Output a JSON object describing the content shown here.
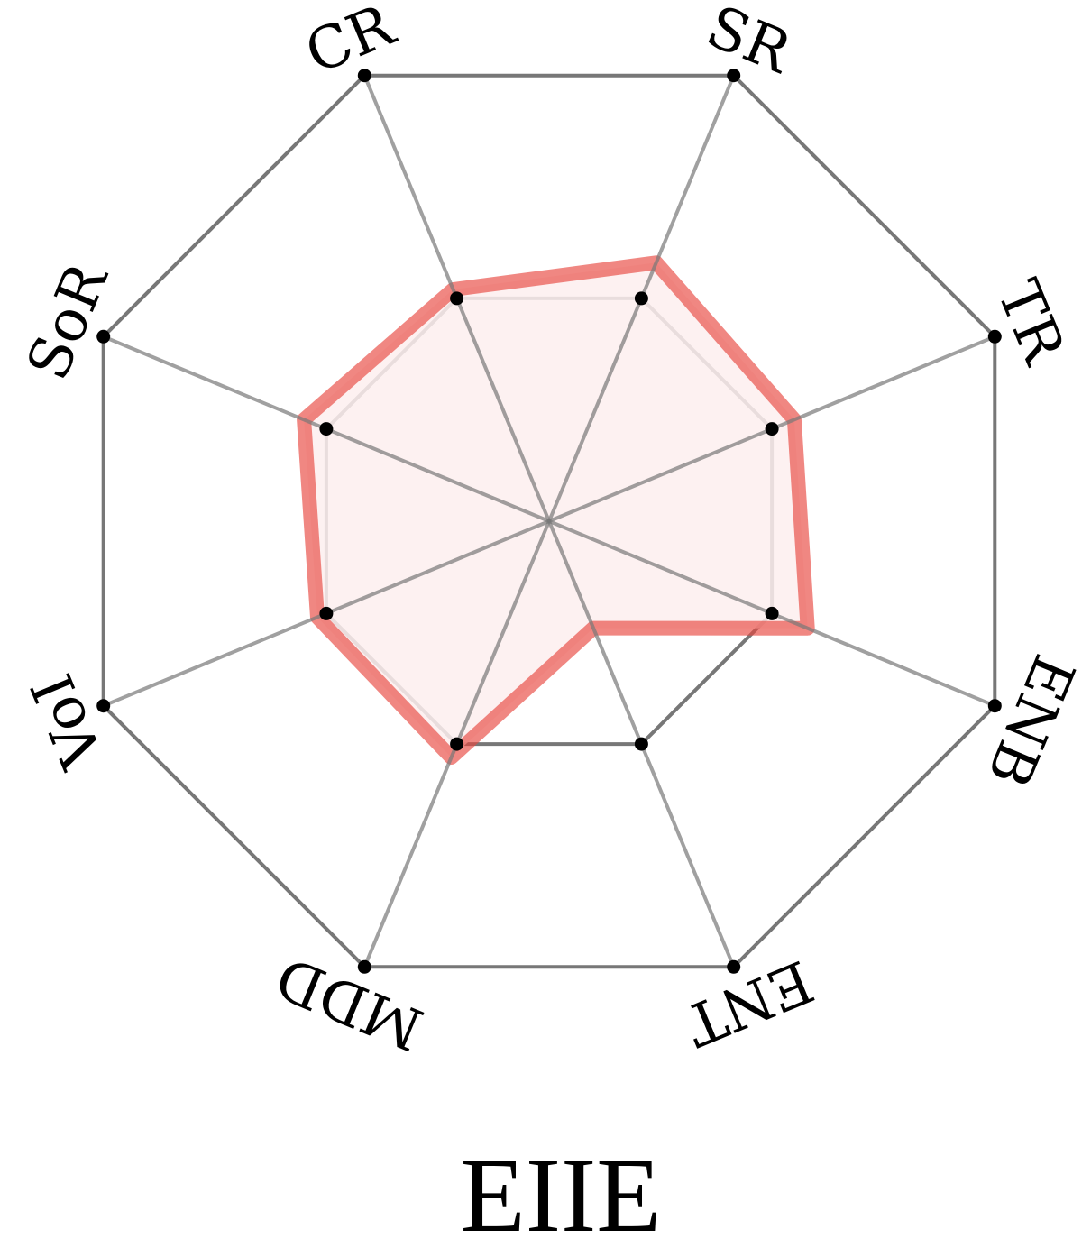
{
  "chart_data": {
    "type": "radar",
    "title": "EIIE",
    "axes": [
      "SR",
      "TR",
      "ENB",
      "ENT",
      "MDD",
      "VoI",
      "SoR",
      "CR"
    ],
    "range": [
      0,
      1
    ],
    "grid_levels": [
      0.5,
      1.0
    ],
    "series": [
      {
        "values": [
          0.58,
          0.55,
          0.58,
          0.24,
          0.53,
          0.52,
          0.55,
          0.52
        ]
      }
    ]
  },
  "colors": {
    "series": "#e8473f",
    "fill": "#fdeeee",
    "grid": "#777777",
    "marker": "#000000"
  }
}
